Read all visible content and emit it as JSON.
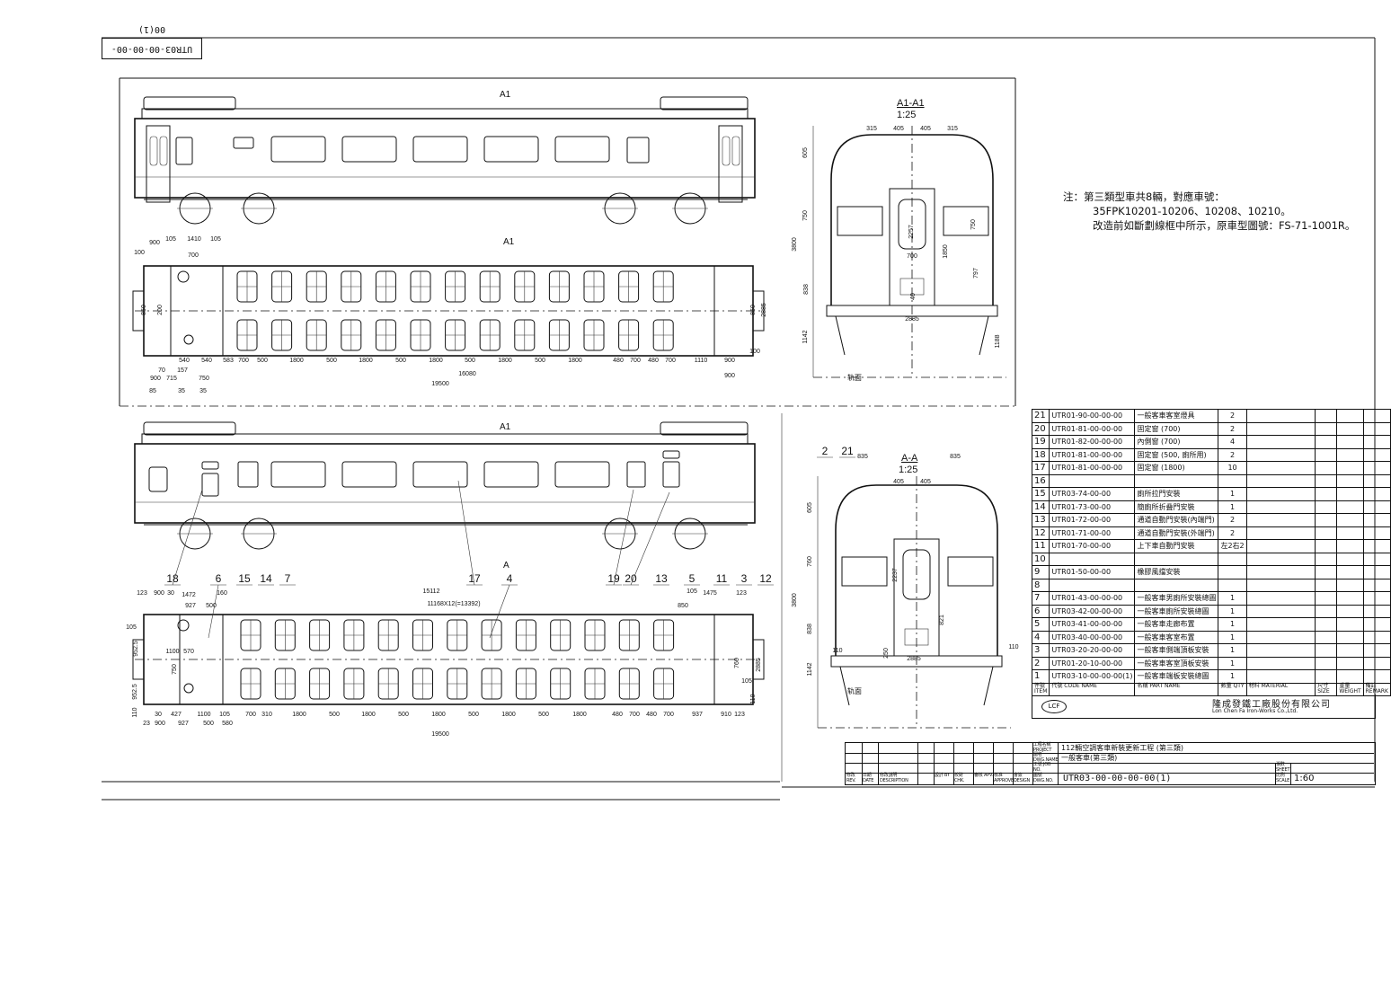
{
  "drawing_number_label": "UTR03-00-00-00-00(1)",
  "views": {
    "section_top_title": "A1-A1",
    "section_top_scale": "1:25",
    "section_bottom_title": "A-A",
    "section_bottom_scale": "1:25",
    "cut_label_top": "A1",
    "cut_label_top2": "A1",
    "cut_label_bottom": "A1",
    "cut_label_bottom2": "A",
    "rail_label_1": "轨面",
    "rail_label_2": "轨面"
  },
  "note": {
    "line1": "注：第三類型車共8輛，對應車號：",
    "line2": "35FPK10201-10206、10208、10210。",
    "line3": "改造前如斷劃線框中所示，原車型圖號：FS-71-1001R。"
  },
  "balloons": [
    "18",
    "6",
    "15",
    "14",
    "7",
    "17",
    "4",
    "19",
    "20",
    "13",
    "5",
    "11",
    "3",
    "12",
    "2",
    "21"
  ],
  "dims_plan1": [
    "900",
    "105",
    "1410",
    "105",
    "700",
    "100",
    "850",
    "200",
    "540",
    "540",
    "583",
    "700",
    "500",
    "1800",
    "500",
    "1800",
    "500",
    "1800",
    "500",
    "1800",
    "500",
    "1800",
    "480",
    "700",
    "480",
    "700",
    "1110",
    "900",
    "70",
    "157",
    "900",
    "715",
    "750",
    "85",
    "35",
    "35",
    "16080",
    "900",
    "19500",
    "850",
    "2885",
    "100"
  ],
  "dims_plan2": [
    "123",
    "900",
    "30",
    "1472",
    "160",
    "927",
    "500",
    "15112",
    "11168X12(=13392)",
    "850",
    "105",
    "1475",
    "123",
    "105",
    "952.5",
    "1100",
    "570",
    "750",
    "952.5",
    "110",
    "30",
    "427",
    "1100",
    "105",
    "700",
    "310",
    "1800",
    "500",
    "1800",
    "500",
    "1800",
    "500",
    "1800",
    "500",
    "1800",
    "480",
    "700",
    "480",
    "700",
    "937",
    "910",
    "123",
    "23",
    "900",
    "927",
    "500",
    "580",
    "19500",
    "2885",
    "760",
    "105",
    "110"
  ],
  "dims_sec1": [
    "315",
    "405",
    "405",
    "315",
    "605",
    "750",
    "3800",
    "838",
    "1142",
    "2257",
    "700",
    "1850",
    "750",
    "797",
    "40",
    "2885",
    "1188"
  ],
  "dims_sec2": [
    "835",
    "405",
    "405",
    "835",
    "605",
    "760",
    "3800",
    "838",
    "1142",
    "2237",
    "821",
    "250",
    "110",
    "2885",
    "110"
  ],
  "parts_list": {
    "rows": [
      {
        "no": "21",
        "code": "UTR01-90-00-00-00",
        "name": "一般客車客室燈具",
        "qty": "2"
      },
      {
        "no": "20",
        "code": "UTR01-81-00-00-00",
        "name": "固定窗 (700)",
        "qty": "2"
      },
      {
        "no": "19",
        "code": "UTR01-82-00-00-00",
        "name": "內側窗 (700)",
        "qty": "4"
      },
      {
        "no": "18",
        "code": "UTR01-81-00-00-00",
        "name": "固定窗 (500, 廁所用)",
        "qty": "2"
      },
      {
        "no": "17",
        "code": "UTR01-81-00-00-00",
        "name": "固定窗 (1800)",
        "qty": "10"
      },
      {
        "no": "16",
        "code": "",
        "name": "",
        "qty": ""
      },
      {
        "no": "15",
        "code": "UTR03-74-00-00",
        "name": "廁所拉門安裝",
        "qty": "1"
      },
      {
        "no": "14",
        "code": "UTR01-73-00-00",
        "name": "簡廁所折叠門安裝",
        "qty": "1"
      },
      {
        "no": "13",
        "code": "UTR01-72-00-00",
        "name": "通道自動門安裝(內端門)",
        "qty": "2"
      },
      {
        "no": "12",
        "code": "UTR01-71-00-00",
        "name": "通道自動門安裝(外端門)",
        "qty": "2"
      },
      {
        "no": "11",
        "code": "UTR01-70-00-00",
        "name": "上下車自動門安裝",
        "qty": "左2右2"
      },
      {
        "no": "10",
        "code": "",
        "name": "",
        "qty": ""
      },
      {
        "no": "9",
        "code": "UTR01-50-00-00",
        "name": "橡膠風擋安裝",
        "qty": ""
      },
      {
        "no": "8",
        "code": "",
        "name": "",
        "qty": ""
      },
      {
        "no": "7",
        "code": "UTR01-43-00-00-00",
        "name": "一般客車男廁所安裝總圖",
        "qty": "1"
      },
      {
        "no": "6",
        "code": "UTR03-42-00-00-00",
        "name": "一般客車廁所安裝總圖",
        "qty": "1"
      },
      {
        "no": "5",
        "code": "UTR03-41-00-00-00",
        "name": "一般客車走廊布置",
        "qty": "1"
      },
      {
        "no": "4",
        "code": "UTR03-40-00-00-00",
        "name": "一般客車客室布置",
        "qty": "1"
      },
      {
        "no": "3",
        "code": "UTR03-20-20-00-00",
        "name": "一般客車側端頂板安裝",
        "qty": "1"
      },
      {
        "no": "2",
        "code": "UTR01-20-10-00-00",
        "name": "一般客車客室頂板安裝",
        "qty": "1"
      },
      {
        "no": "1",
        "code": "UTR03-10-00-00-00(1)",
        "name": "一般客車端板安裝總圖",
        "qty": "1"
      }
    ],
    "header": {
      "no": "件號 ITEM",
      "code": "代號 CODE NAME",
      "name": "名稱 PART NAME",
      "size": "尺寸 SIZE",
      "qty": "數量 QTY",
      "material": "材料 MATERIAL",
      "weight": "重量 WEIGHT",
      "remark": "備註 REMARK"
    }
  },
  "company": {
    "logo": "LCF",
    "name_cn": "隆成發鐵工廠股份有限公司",
    "name_en": "Lon Chen Fa Iron-Works Co.,Ltd."
  },
  "title_block": {
    "project_label": "工程名稱 PROJECT",
    "project": "112輛空調客車新裝更新工程 (第三類)",
    "dwg_name_label": "圖名 DWG.NAME",
    "dwg_name": "一般客車(第三類)",
    "job_label": "工號 JOB NO.",
    "dwg_no_label": "圖號 DWG.NO.",
    "dwg_no": "UTR03-00-00-00-00(1)",
    "sheet_label": "張數 SHEET",
    "scale_label": "比例 SCALE",
    "scale": "1:60",
    "rev_cols": [
      "修改 REV.",
      "日期 DATE",
      "修改說明 DESCRIPTION",
      "設計 BY",
      "校對 CHK.",
      "審核 APV.",
      "核准 APPROVED",
      "會簽 DESIGN"
    ]
  }
}
